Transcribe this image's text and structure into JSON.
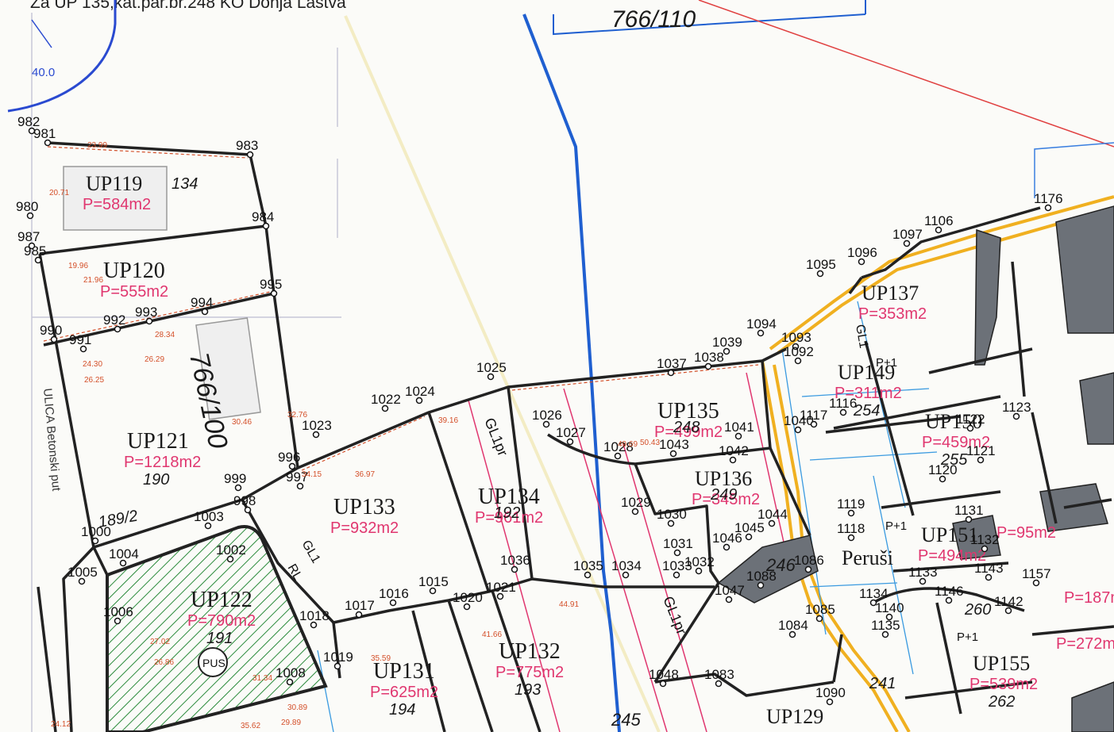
{
  "header": {
    "text": "Za UP 135,kat.par.br.248 KO Donja Lastva"
  },
  "top_box_label": "766/110",
  "stamp": {
    "number": "40.0"
  },
  "colors": {
    "parcel_line": "#222222",
    "area_text": "#e0366f",
    "blue_line": "#1f5fd0",
    "pink_line": "#e0366f",
    "yellow_outline": "#f0b020",
    "dark_fill": "#6c7178",
    "hatch_green": "#2a8a3a",
    "dimension_text": "#d4502a"
  },
  "parcels": [
    {
      "id": "UP119",
      "area": "P=584m2",
      "cadastral": "134"
    },
    {
      "id": "UP120",
      "area": "P=555m2",
      "cadastral": ""
    },
    {
      "id": "UP121",
      "area": "P=1218m2",
      "cadastral": "190"
    },
    {
      "id": "UP122",
      "area": "P=790m2",
      "cadastral": "191"
    },
    {
      "id": "UP131",
      "area": "P=625m2",
      "cadastral": "194"
    },
    {
      "id": "UP132",
      "area": "P=775m2",
      "cadastral": "193"
    },
    {
      "id": "UP133",
      "area": "P=932m2",
      "cadastral": ""
    },
    {
      "id": "UP134",
      "area": "P=961m2",
      "cadastral": "192"
    },
    {
      "id": "UP135",
      "area": "P=499m2",
      "cadastral": "248"
    },
    {
      "id": "UP136",
      "area": "P=345m2",
      "cadastral": "249"
    },
    {
      "id": "UP137",
      "area": "P=353m2",
      "cadastral": ""
    },
    {
      "id": "UP149",
      "area": "P=311m2",
      "cadastral": "254"
    },
    {
      "id": "UP150",
      "area": "P=459m2",
      "cadastral": "255"
    },
    {
      "id": "UP151",
      "area": "P=494m2",
      "cadastral": ""
    },
    {
      "id": "UP155",
      "area": "P=539m2",
      "cadastral": "262"
    },
    {
      "id": "UP129",
      "area": "",
      "cadastral": ""
    }
  ],
  "labels": {
    "cad_189_2": "189/2",
    "cad_766_100": "766/100",
    "cad_246": "246",
    "cad_245": "245",
    "cad_260": "260",
    "cad_241": "241",
    "place": "Peruši",
    "street": "ULICA Betonski put",
    "pus": "PUS",
    "gl1pr": "GL1pr",
    "gl1": "GL1",
    "rl": "RL",
    "p1": "P+1",
    "area_272": "P=272m2",
    "area_187": "P=187m2",
    "area_95": "P=95m2"
  },
  "points": [
    "981",
    "983",
    "984",
    "995",
    "994",
    "993",
    "992",
    "991",
    "990",
    "985",
    "987",
    "980",
    "982",
    "996",
    "997",
    "998",
    "999",
    "1000",
    "1003",
    "1004",
    "1005",
    "1006",
    "1002",
    "1008",
    "1018",
    "1019",
    "1017",
    "1016",
    "1015",
    "1020",
    "1021",
    "1036",
    "1035",
    "1034",
    "1033",
    "1023",
    "1022",
    "1024",
    "1025",
    "1026",
    "1027",
    "1028",
    "1029",
    "1030",
    "1031",
    "1032",
    "1037",
    "1038",
    "1039",
    "1094",
    "1093",
    "1092",
    "1040",
    "1041",
    "1042",
    "1043",
    "1044",
    "1045",
    "1046",
    "1047",
    "1048",
    "1083",
    "1084",
    "1085",
    "1086",
    "1088",
    "1090",
    "1095",
    "1096",
    "1097",
    "1106",
    "1176",
    "1117",
    "1116",
    "1118",
    "1119",
    "1120",
    "1121",
    "1122",
    "1123",
    "1131",
    "1132",
    "1133",
    "1134",
    "1135",
    "1140",
    "1142",
    "1143",
    "1146",
    "1157"
  ],
  "dimensions": [
    "23.99",
    "20.71",
    "19.96",
    "21.96",
    "28.34",
    "26.29",
    "24.30",
    "26.25",
    "39.16",
    "32.76",
    "36.97",
    "30.46",
    "34.15",
    "41.66",
    "44.91",
    "49.69",
    "50.43",
    "35.59",
    "31.34",
    "30.89",
    "29.89",
    "24.12",
    "27.02",
    "26.86",
    "35.62"
  ]
}
